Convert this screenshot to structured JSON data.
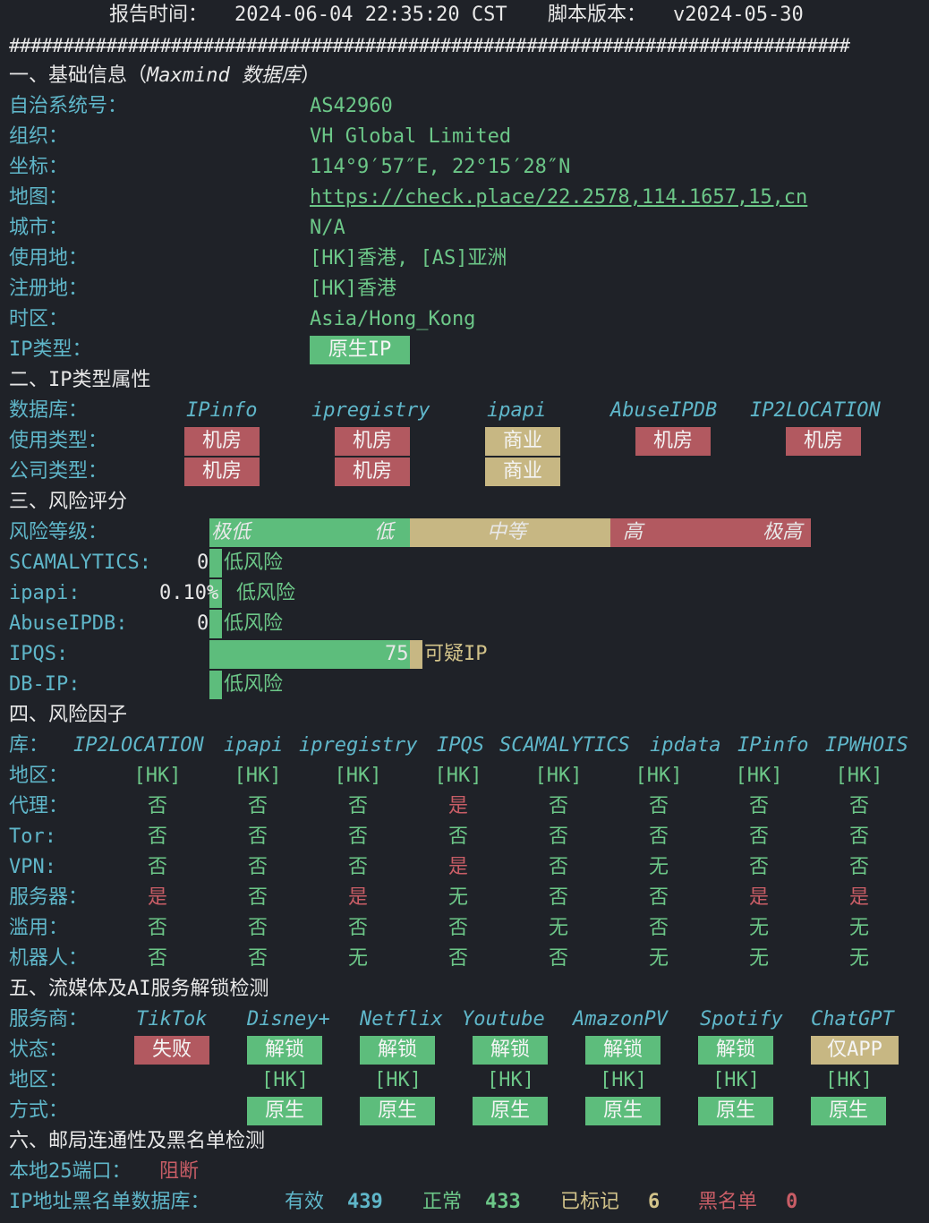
{
  "header": {
    "report_time_label": "报告时间：",
    "report_time": "2024-06-04 22:35:20 CST",
    "script_version_label": "脚本版本：",
    "script_version": "v2024-05-30",
    "divider": "##############################################################################"
  },
  "section1": {
    "title": "一、基础信息（",
    "title_db": "Maxmind 数据库",
    "title_end": "）",
    "rows": [
      {
        "label": "自治系统号：",
        "value": "AS42960"
      },
      {
        "label": "组织：",
        "value": "VH Global Limited"
      },
      {
        "label": "坐标：",
        "value": "114°9′57″E, 22°15′28″N"
      },
      {
        "label": "地图：",
        "value": "https://check.place/22.2578,114.1657,15,cn"
      },
      {
        "label": "城市：",
        "value": "N/A"
      },
      {
        "label": "使用地：",
        "value": "[HK]香港, [AS]亚洲"
      },
      {
        "label": "注册地：",
        "value": "[HK]香港"
      },
      {
        "label": "时区：",
        "value": "Asia/Hong_Kong"
      },
      {
        "label": "IP类型：",
        "value": "原生IP"
      }
    ]
  },
  "section2": {
    "title": "二、IP类型属性",
    "db_label": "数据库：",
    "usage_label": "使用类型：",
    "company_label": "公司类型：",
    "sources": [
      "IPinfo",
      "ipregistry",
      "ipapi",
      "AbuseIPDB",
      "IP2LOCATION"
    ],
    "usage": [
      "机房",
      "机房",
      "商业",
      "机房",
      "机房"
    ],
    "company": [
      "机房",
      "机房",
      "商业"
    ]
  },
  "section3": {
    "title": "三、风险评分",
    "level_label": "风险等级：",
    "levels": [
      "极低",
      "低",
      "中等",
      "高",
      "极高"
    ],
    "colors": {
      "low": "#5dbd7c",
      "mid": "#c7b783",
      "high": "#b25960"
    },
    "scores": [
      {
        "label": "SCAMALYTICS:",
        "score": "0",
        "verdict": "低风险",
        "percent": 0
      },
      {
        "label": "ipapi:",
        "score": "0.10%",
        "verdict": "低风险",
        "percent": 0.1
      },
      {
        "label": "AbuseIPDB:",
        "score": "0",
        "verdict": "低风险",
        "percent": 0
      },
      {
        "label": "IPQS:",
        "score": "75",
        "verdict": "可疑IP",
        "percent": 75
      },
      {
        "label": "DB-IP:",
        "score": "",
        "verdict": "低风险",
        "percent": 0
      }
    ]
  },
  "section4": {
    "title": "四、风险因子",
    "lib_label": "库：",
    "sources": [
      "IP2LOCATION",
      "ipapi",
      "ipregistry",
      "IPQS",
      "SCAMALYTICS",
      "ipdata",
      "IPinfo",
      "IPWHOIS"
    ],
    "rows": [
      {
        "label": "地区：",
        "values": [
          "[HK]",
          "[HK]",
          "[HK]",
          "[HK]",
          "[HK]",
          "[HK]",
          "[HK]",
          "[HK]"
        ]
      },
      {
        "label": "代理：",
        "values": [
          "否",
          "否",
          "否",
          "是",
          "否",
          "否",
          "否",
          "否"
        ]
      },
      {
        "label": "Tor:",
        "values": [
          "否",
          "否",
          "否",
          "否",
          "否",
          "否",
          "否",
          "否"
        ]
      },
      {
        "label": "VPN:",
        "values": [
          "否",
          "否",
          "否",
          "是",
          "否",
          "无",
          "否",
          "否"
        ]
      },
      {
        "label": "服务器：",
        "values": [
          "是",
          "否",
          "是",
          "无",
          "否",
          "否",
          "是",
          "是"
        ]
      },
      {
        "label": "滥用：",
        "values": [
          "否",
          "否",
          "否",
          "否",
          "无",
          "否",
          "无",
          "无"
        ]
      },
      {
        "label": "机器人：",
        "values": [
          "否",
          "否",
          "无",
          "否",
          "否",
          "无",
          "无",
          "无"
        ]
      }
    ]
  },
  "section5": {
    "title": "五、流媒体及AI服务解锁检测",
    "service_label": "服务商：",
    "status_label": "状态：",
    "region_label": "地区：",
    "method_label": "方式：",
    "services": [
      "TikTok",
      "Disney+",
      "Netflix",
      "Youtube",
      "AmazonPV",
      "Spotify",
      "ChatGPT"
    ],
    "status": [
      "失败",
      "解锁",
      "解锁",
      "解锁",
      "解锁",
      "解锁",
      "仅APP"
    ],
    "region": [
      "",
      "[HK]",
      "[HK]",
      "[HK]",
      "[HK]",
      "[HK]",
      "[HK]"
    ],
    "method": [
      "",
      "原生",
      "原生",
      "原生",
      "原生",
      "原生",
      "原生"
    ]
  },
  "section6": {
    "title": "六、邮局连通性及黑名单检测",
    "port_label": "本地25端口：",
    "port_value": "阻断",
    "bl_label": "IP地址黑名单数据库：",
    "valid_label": "有效",
    "valid": "439",
    "normal_label": "正常",
    "normal": "433",
    "marked_label": "已标记",
    "marked": "6",
    "black_label": "黑名单",
    "black": "0"
  }
}
